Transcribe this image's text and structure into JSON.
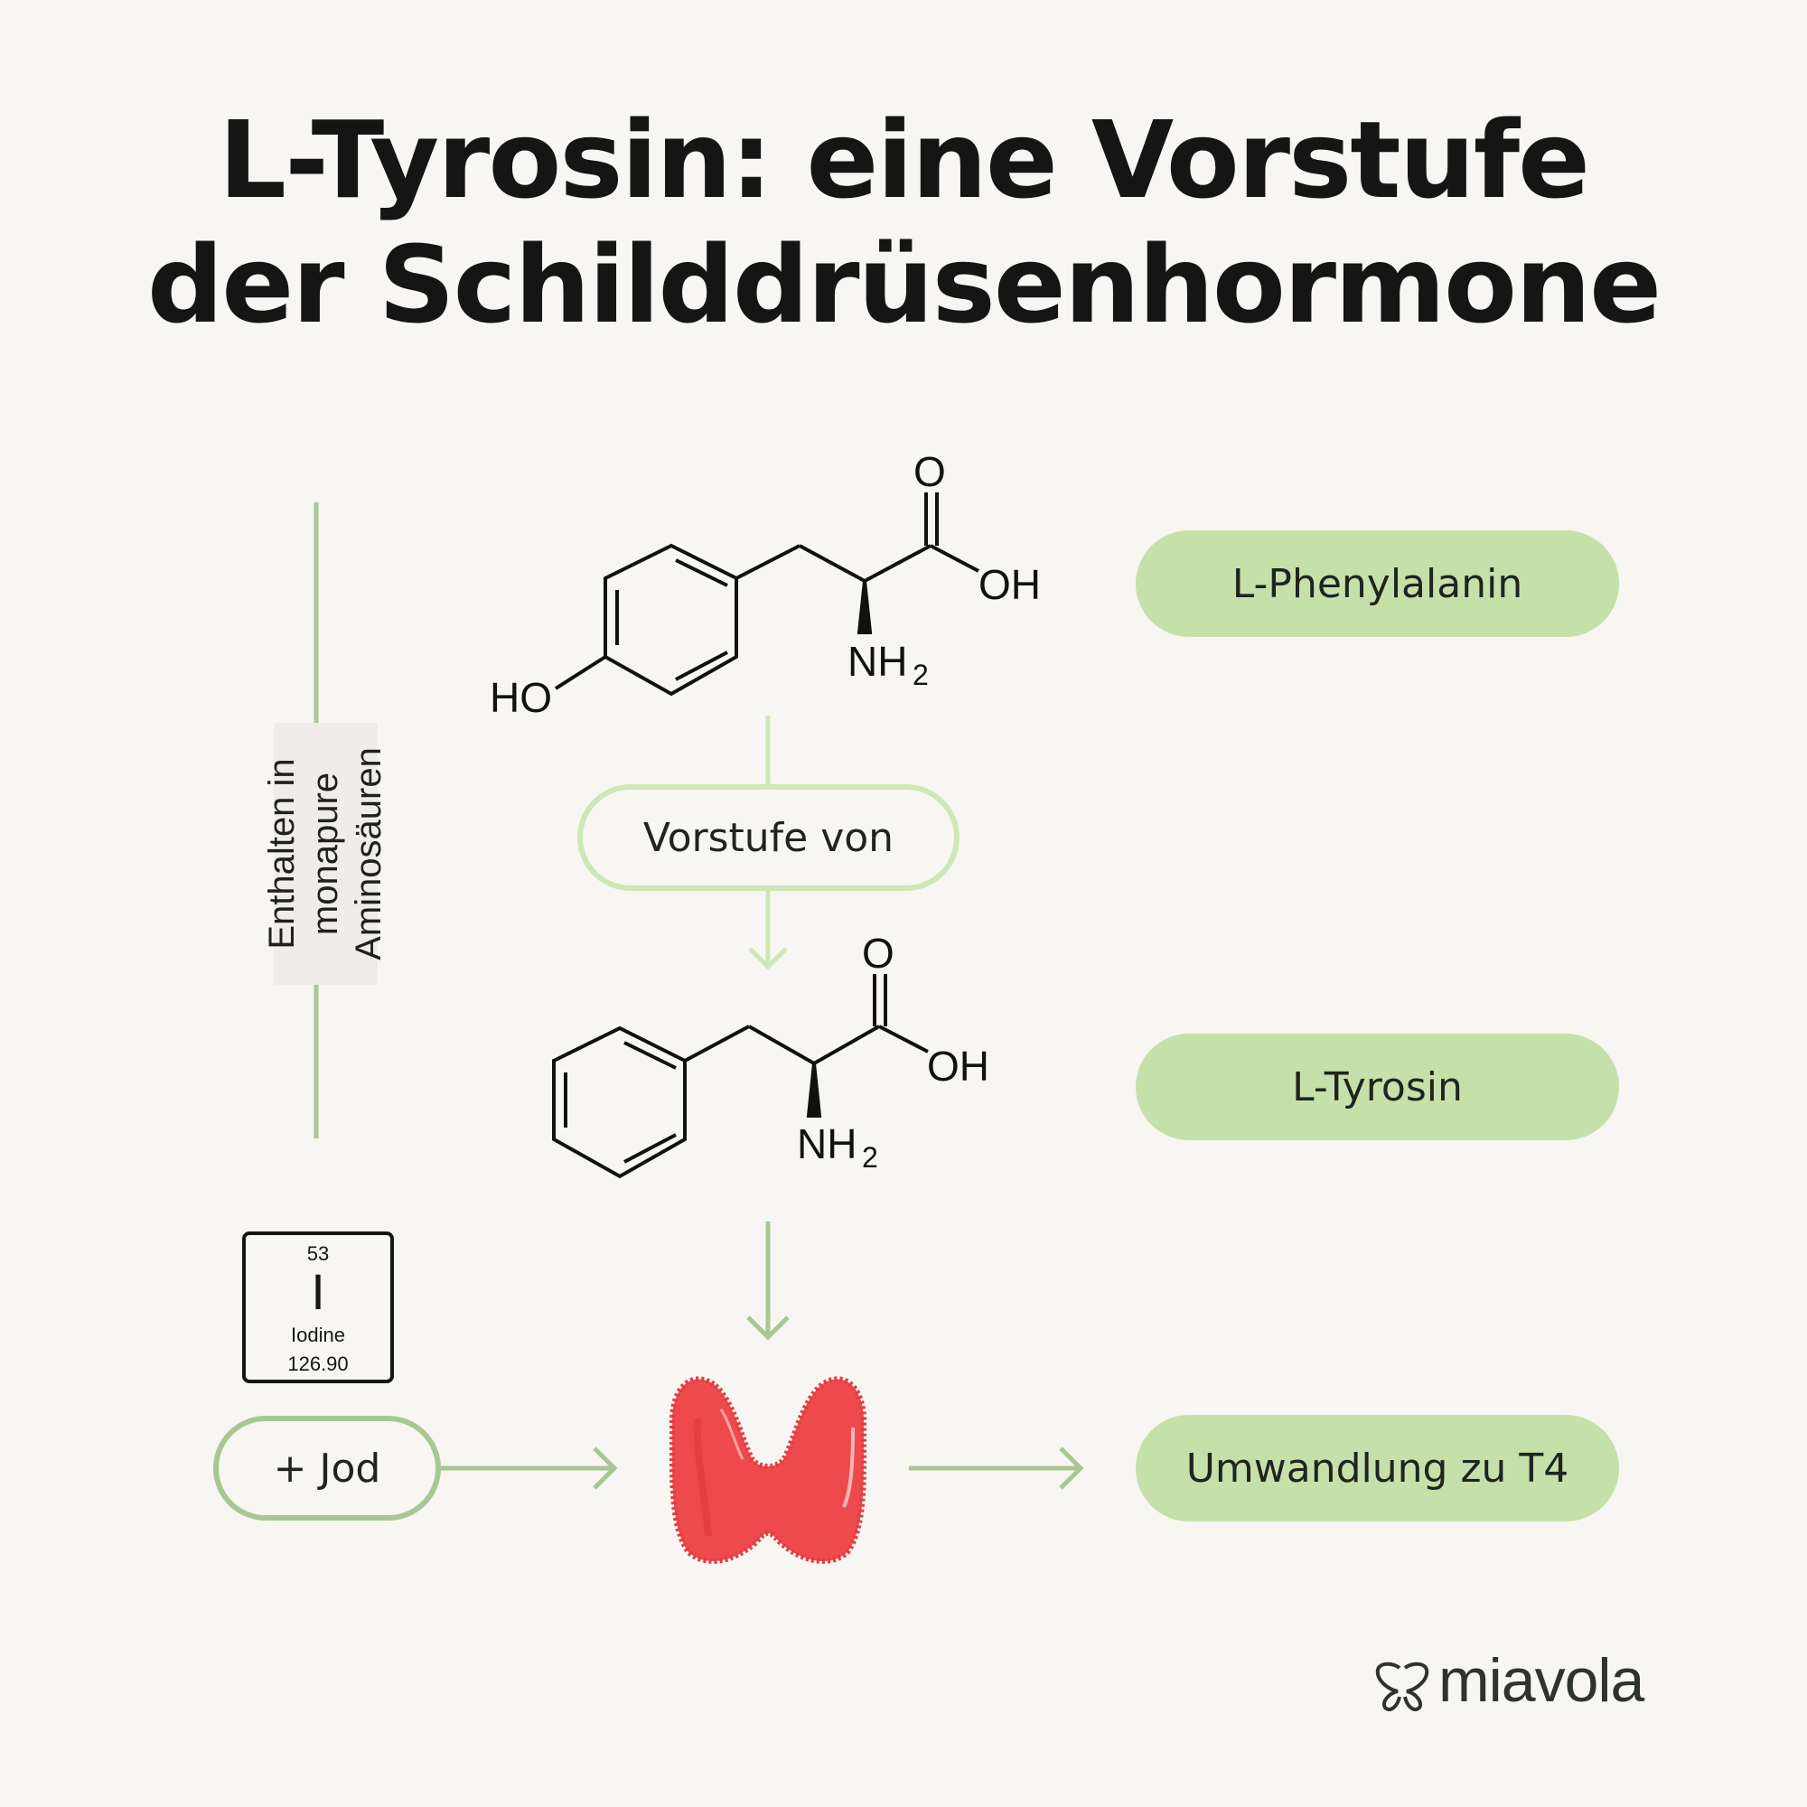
{
  "title": {
    "line1": "L-Tyrosin: eine Vorstufe",
    "line2": "der Schilddrüsenhormone"
  },
  "side_label": {
    "line1": "Enthalten in",
    "line2": "monapure",
    "line3": "Aminosäuren"
  },
  "molecule_top": {
    "ho": "HO",
    "o": "O",
    "oh": "OH",
    "nh": "NH",
    "sub": "2"
  },
  "molecule_bottom": {
    "o": "O",
    "oh": "OH",
    "nh": "NH",
    "sub": "2"
  },
  "labels": {
    "phenylalanin": "L-Phenylalanin",
    "vorstufe": "Vorstufe von",
    "tyrosin": "L-Tyrosin",
    "jod": "+ Jod",
    "umwandlung": "Umwandlung zu T4"
  },
  "element": {
    "number": "53",
    "symbol": "I",
    "name": "Iodine",
    "mass": "126.90"
  },
  "brand": {
    "name": "miavola",
    "icon": "butterfly-logo-icon"
  },
  "colors": {
    "background": "#f7f6f2",
    "pill_fill": "#c5e0a9",
    "arrow_green": "#a8c793",
    "thyroid_red": "#ee4a4d"
  }
}
